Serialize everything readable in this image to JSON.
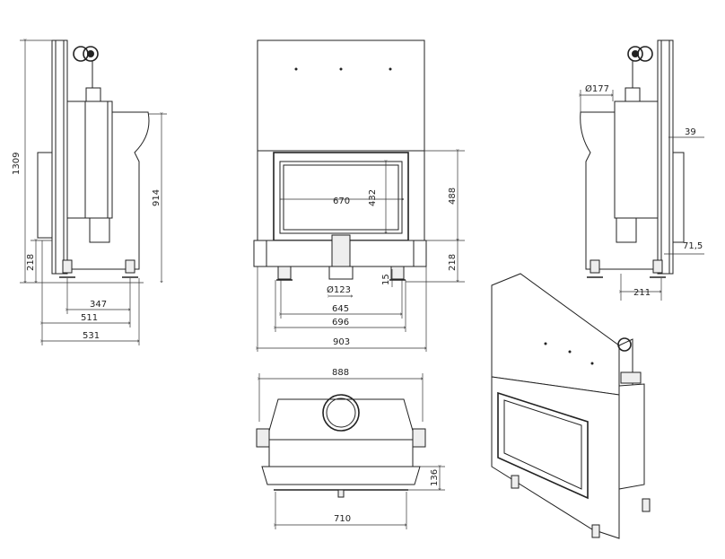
{
  "side_view_left": {
    "height_total": "1309",
    "base_height": "218",
    "body_height": "914",
    "depth_347": "347",
    "depth_511": "511",
    "depth_531": "531"
  },
  "front_view": {
    "glass_width": "670",
    "glass_height": "432",
    "door_height": "488",
    "base_height": "218",
    "flue_diameter": "Ø123",
    "leg_height": "15",
    "width_645": "645",
    "width_696": "696",
    "width_903": "903"
  },
  "top_view": {
    "width_888": "888",
    "depth_136": "136",
    "width_710": "710"
  },
  "side_view_right": {
    "flue_diameter": "Ø177",
    "offset_39": "39",
    "offset_71_5": "71,5",
    "depth_211": "211"
  }
}
